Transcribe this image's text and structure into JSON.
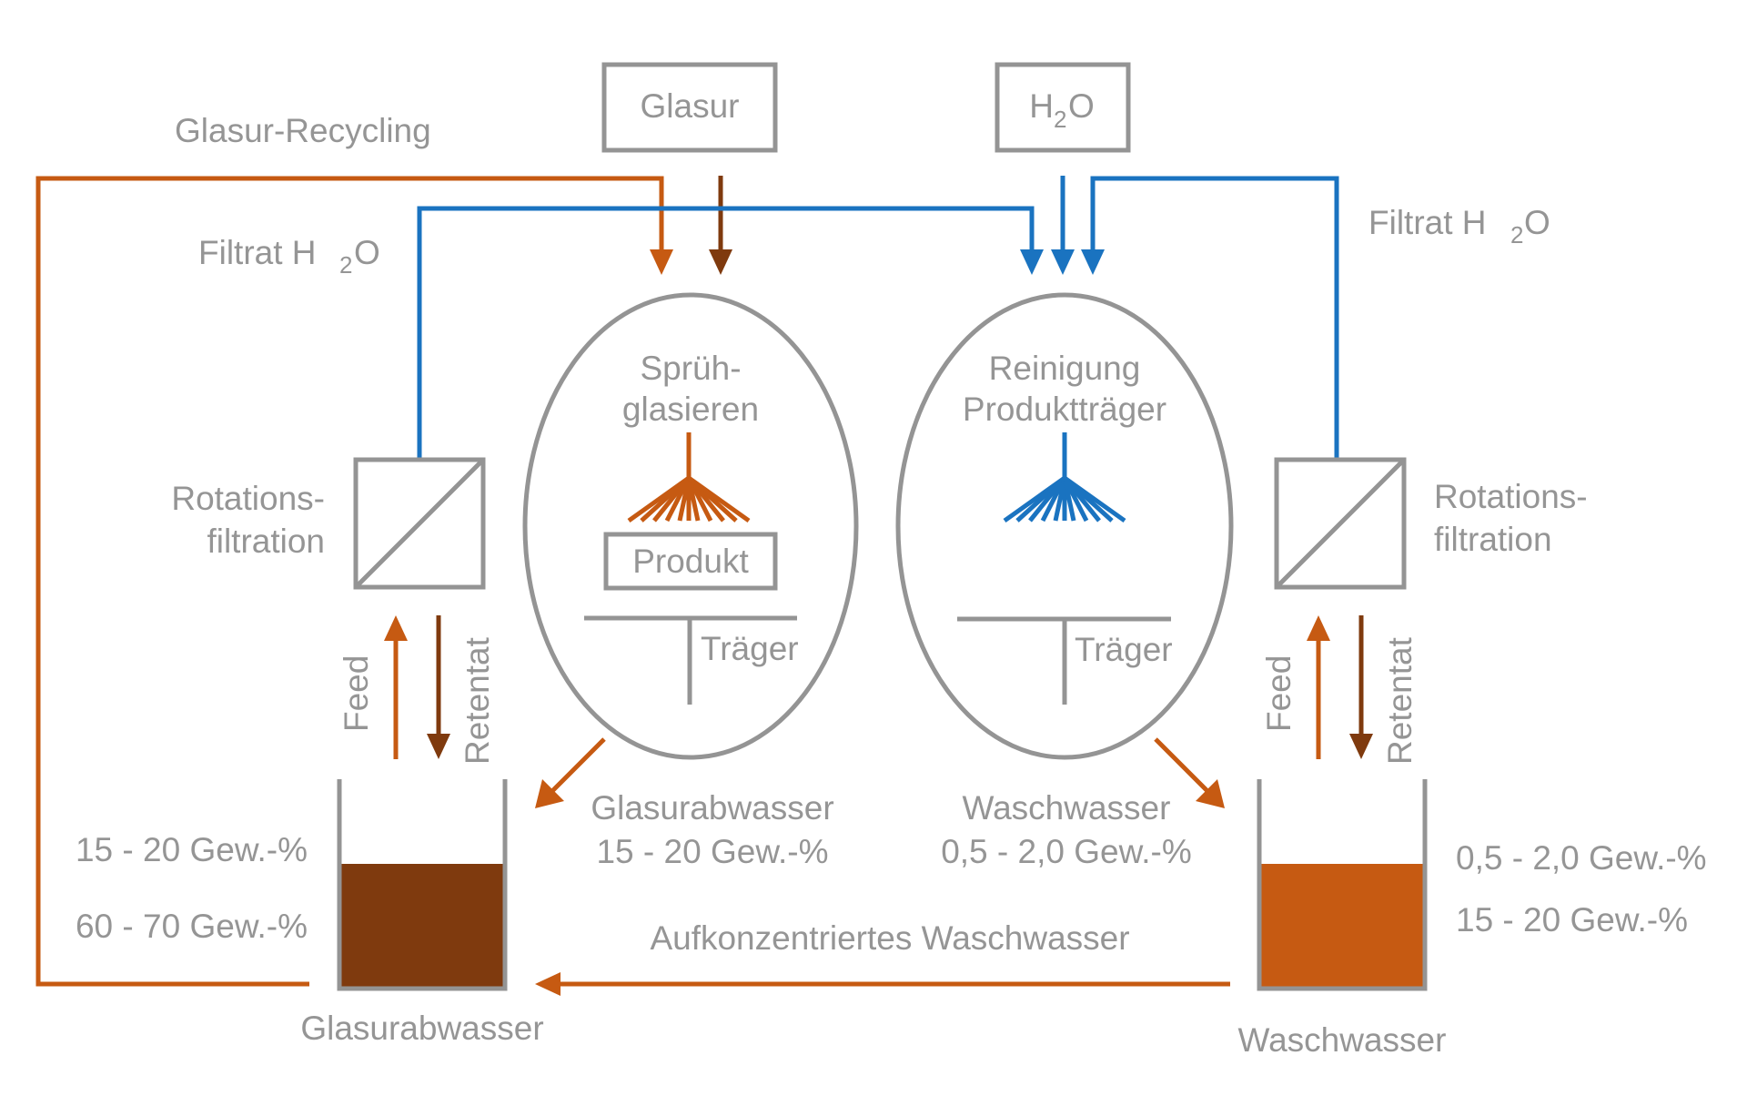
{
  "colors": {
    "orange": "#c65a12",
    "brown": "#7f3a0e",
    "blue": "#1a73c0",
    "gray": "#949494",
    "text": "#959595"
  },
  "inputs": {
    "glasur": "Glasur",
    "h2o_main": "H",
    "h2o_sub": "2",
    "h2o_tail": "O"
  },
  "left": {
    "recycling_label": "Glasur-Recycling",
    "filtrat_main": "Filtrat H",
    "filtrat_sub": "2",
    "filtrat_tail": "O",
    "rotation_line1": "Rotations-",
    "rotation_line2": "filtration",
    "feed": "Feed",
    "retentat": "Retentat",
    "conc_top": "15 - 20 Gew.-%",
    "conc_bottom": "60 - 70 Gew.-%",
    "tank_label": "Glasurabwasser"
  },
  "process_left": {
    "title_line1": "Sprüh-",
    "title_line2": "glasieren",
    "product": "Produkt",
    "carrier": "Träger",
    "out_label": "Glasurabwasser",
    "out_conc": "15 - 20 Gew.-%"
  },
  "process_right": {
    "title_line1": "Reinigung",
    "title_line2": "Produktträger",
    "carrier": "Träger",
    "out_label": "Waschwasser",
    "out_conc": "0,5 - 2,0 Gew.-%"
  },
  "right": {
    "filtrat_main": "Filtrat H",
    "filtrat_sub": "2",
    "filtrat_tail": "O",
    "rotation_line1": "Rotations-",
    "rotation_line2": "filtration",
    "feed": "Feed",
    "retentat": "Retentat",
    "conc_top": "0,5 - 2,0 Gew.-%",
    "conc_bottom": "15 - 20 Gew.-%",
    "tank_label": "Waschwasser"
  },
  "bottom_flow_label": "Aufkonzentriertes Waschwasser"
}
